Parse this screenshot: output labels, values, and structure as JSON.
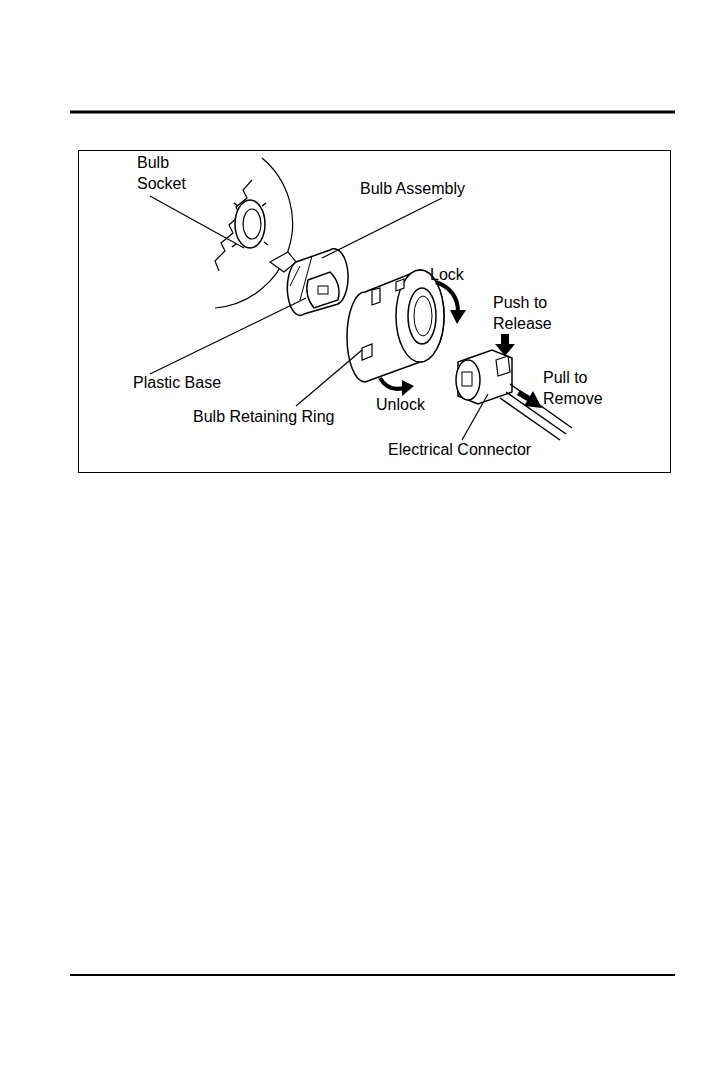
{
  "diagram": {
    "labels": [
      "Bulb Socket",
      "Bulb Assembly",
      "Lock",
      "Push to Release",
      "Plastic Base",
      "Pull to Remove",
      "Unlock",
      "Bulb Retaining Ring",
      "Electrical Connector"
    ]
  }
}
